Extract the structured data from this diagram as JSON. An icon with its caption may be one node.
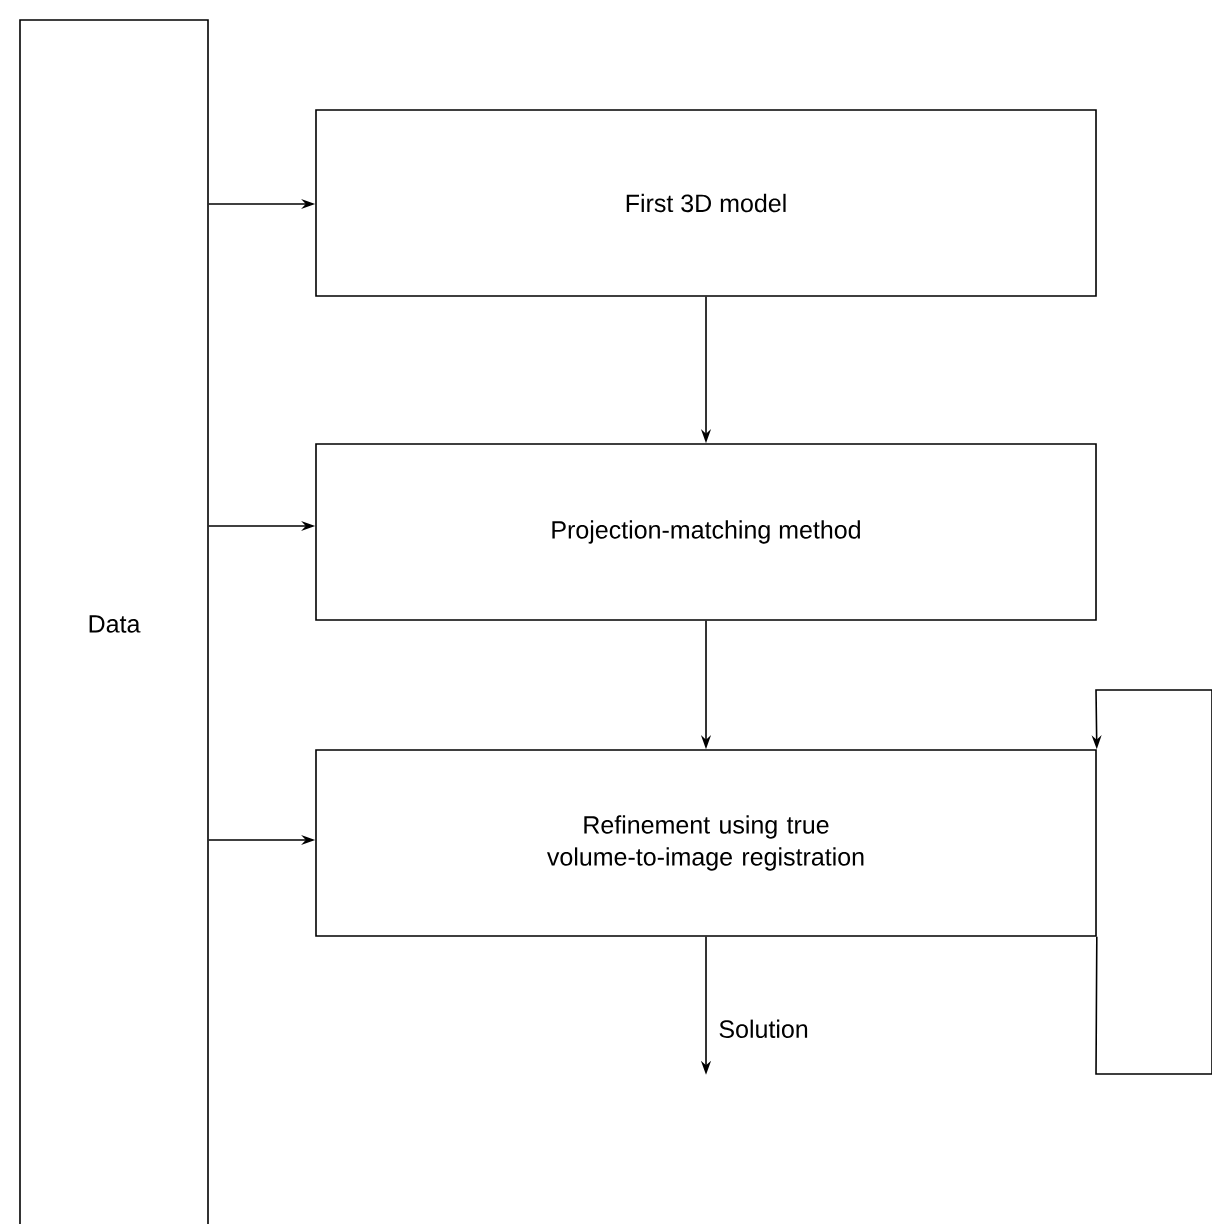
{
  "diagram": {
    "nodes": [
      {
        "text": [
          "Data"
        ]
      },
      {
        "text": [
          "First 3D model"
        ]
      },
      {
        "text": [
          "Projection-matching method"
        ]
      },
      {
        "text": [
          "Refinement using true volume-to-image registration"
        ]
      }
    ],
    "edges": [
      {
        "from": 0,
        "to": 1,
        "arrow": "to"
      },
      {
        "from": 0,
        "to": 2,
        "arrow": "to"
      },
      {
        "from": 0,
        "to": 3,
        "arrow": "to"
      },
      {
        "from": 1,
        "to": 2,
        "arrow": "to"
      },
      {
        "from": 2,
        "to": 3,
        "arrow": "to"
      },
      {
        "from": 3,
        "to": null,
        "arrow": "to",
        "label": "Solution"
      },
      {
        "from": 3,
        "to": 3,
        "arrow": "to"
      }
    ]
  }
}
